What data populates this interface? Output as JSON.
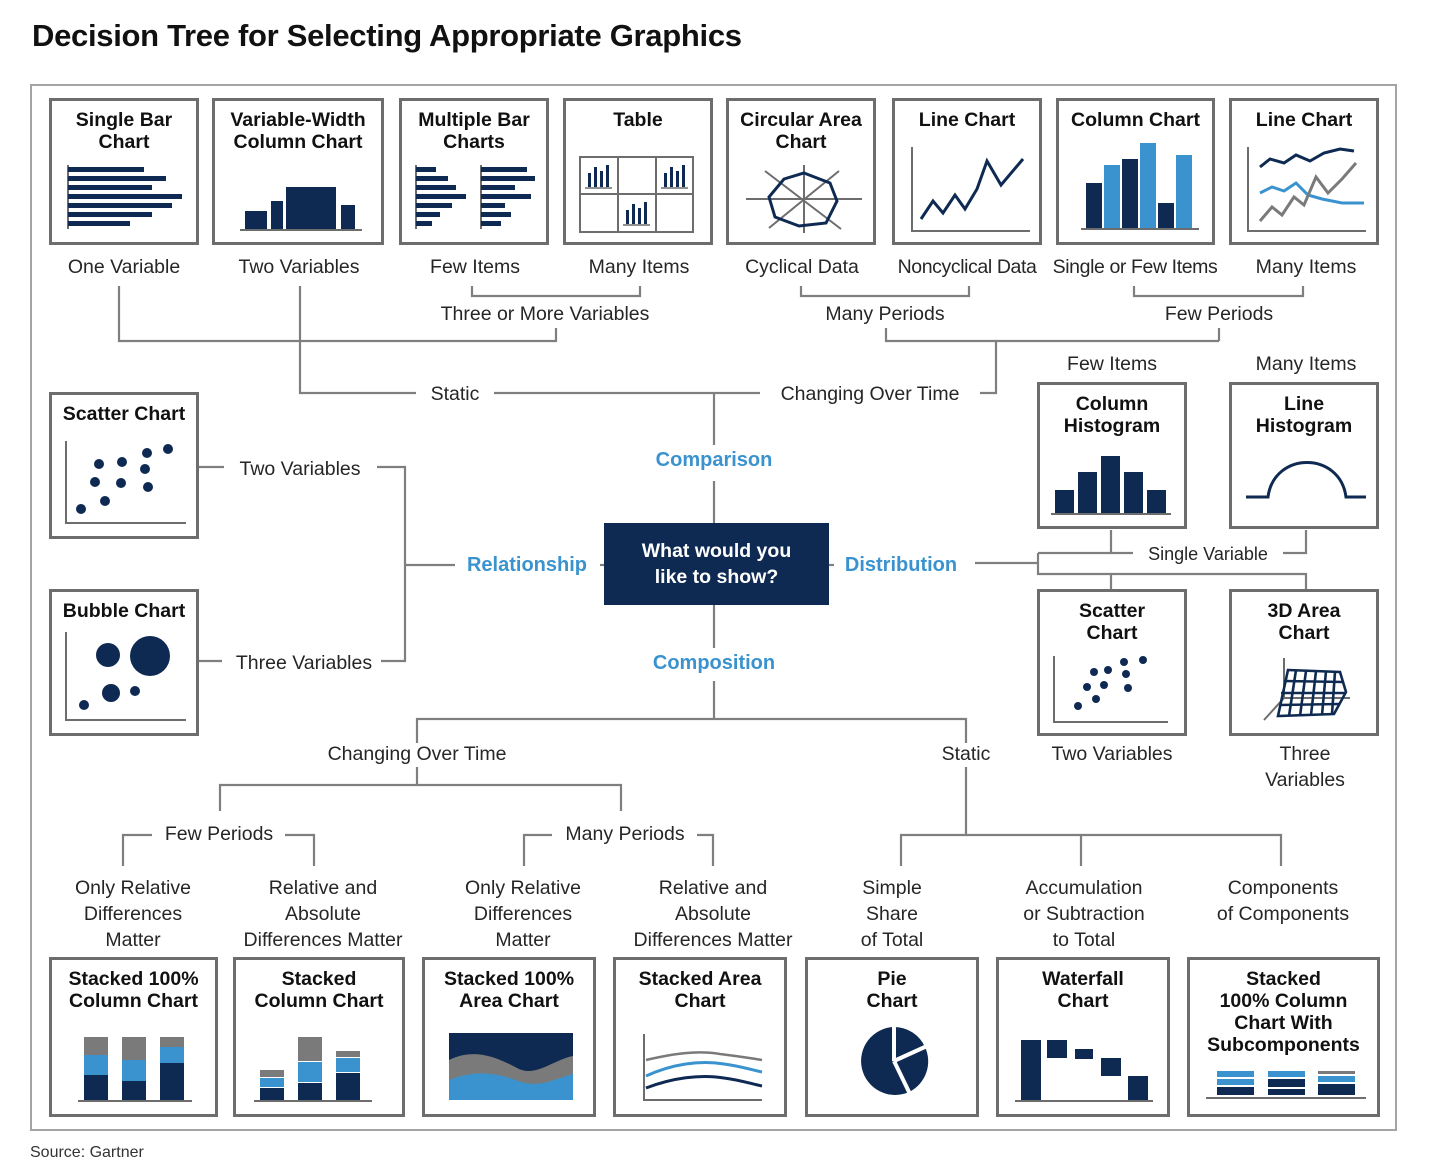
{
  "title": "Decision Tree for Selecting Appropriate Graphics",
  "source": "Source:  Gartner",
  "center": "What would you\nlike to show?",
  "categories": {
    "comparison": "Comparison",
    "relationship": "Relationship",
    "distribution": "Distribution",
    "composition": "Composition"
  },
  "colors": {
    "navy": "#0f2a52",
    "blue": "#3a93cf",
    "gray": "#7a7a7a",
    "category_text": "#3a93cf"
  },
  "cards": {
    "single_bar": "Single Bar\nChart",
    "variable_width": "Variable-Width\nColumn Chart",
    "multiple_bar": "Multiple Bar\nCharts",
    "table": "Table",
    "circular_area": "Circular Area\nChart",
    "line_chart_1": "Line Chart",
    "column_chart": "Column Chart",
    "line_chart_2": "Line Chart",
    "scatter_chart_1": "Scatter Chart",
    "bubble_chart": "Bubble Chart",
    "column_histogram": "Column\nHistogram",
    "line_histogram": "Line\nHistogram",
    "scatter_chart_2": "Scatter\nChart",
    "area_3d": "3D Area\nChart",
    "stacked_100_column": "Stacked 100%\nColumn Chart",
    "stacked_column": "Stacked\nColumn Chart",
    "stacked_100_area": "Stacked 100%\nArea Chart",
    "stacked_area": "Stacked Area\nChart",
    "pie": "Pie\nChart",
    "waterfall": "Waterfall\nChart",
    "stacked_100_sub": "Stacked\n100% Column\nChart With\nSubcomponents"
  },
  "labels": {
    "one_variable": "One Variable",
    "two_variables_top": "Two Variables",
    "few_items_top": "Few Items",
    "many_items_top": "Many Items",
    "three_or_more": "Three or More Variables",
    "cyclical": "Cyclical Data",
    "noncyclical": "Noncyclical Data",
    "single_or_few": "Single or Few Items",
    "many_items_top2": "Many Items",
    "many_periods_top": "Many Periods",
    "few_periods_top": "Few Periods",
    "static_top": "Static",
    "changing_top": "Changing Over Time",
    "two_variables_rel": "Two Variables",
    "three_variables_rel": "Three Variables",
    "few_items_dist": "Few Items",
    "many_items_dist": "Many Items",
    "single_variable": "Single Variable",
    "two_variables_dist": "Two Variables",
    "three_variables_dist": "Three Variables",
    "changing_bottom": "Changing Over Time",
    "static_bottom": "Static",
    "few_periods_bottom": "Few Periods",
    "many_periods_bottom": "Many Periods",
    "only_relative_1": "Only Relative\nDifferences\nMatter",
    "relative_absolute_1": "Relative and\nAbsolute\nDifferences Matter",
    "only_relative_2": "Only Relative\nDifferences\nMatter",
    "relative_absolute_2": "Relative and\nAbsolute\nDifferences Matter",
    "simple_share": "Simple\nShare\nof Total",
    "accumulation": "Accumulation\nor Subtraction\nto Total",
    "components": "Components\nof Components"
  }
}
